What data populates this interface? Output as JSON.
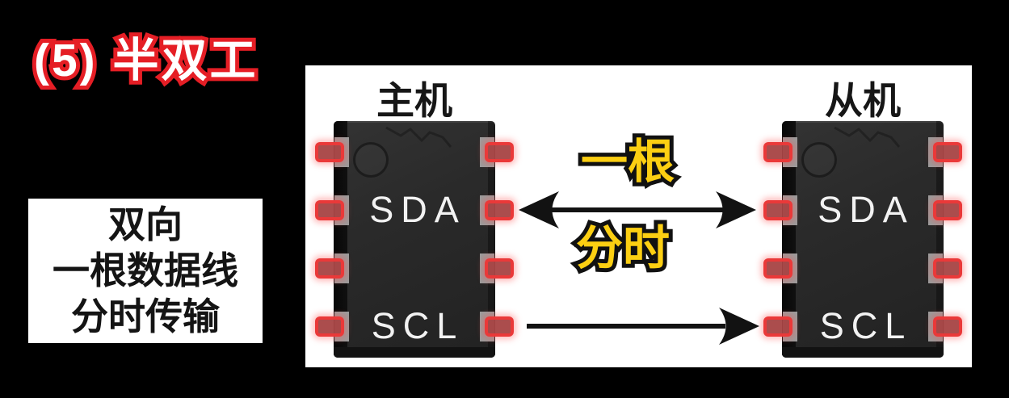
{
  "page": {
    "background": "#000000"
  },
  "heading": {
    "text": "(5) 半双工",
    "text_color": "#ffffff",
    "outline_color": "#e51e25"
  },
  "note_box": {
    "lines": [
      "双向",
      "一根数据线",
      "分时传输"
    ],
    "background": "#ffffff",
    "text_color": "#141414"
  },
  "diagram": {
    "background": "#ffffff",
    "master_chip": {
      "title": "主机",
      "pin_labels": [
        "SDA",
        "SCL"
      ]
    },
    "slave_chip": {
      "title": "从机",
      "pin_labels": [
        "SDA",
        "SCL"
      ]
    },
    "sda_bus": {
      "annotation_top": "一根",
      "annotation_bottom": "分时",
      "direction": "bidirectional"
    },
    "scl_bus": {
      "direction": "master-to-slave"
    },
    "colors": {
      "annotation_yellow": "#fccf12",
      "annotation_outline": "#111111",
      "arrow_black": "#121212",
      "pin_red": "#ee3939",
      "chip_body": "#262626",
      "chip_text": "#f2f2f2",
      "label_black": "#161616"
    }
  }
}
